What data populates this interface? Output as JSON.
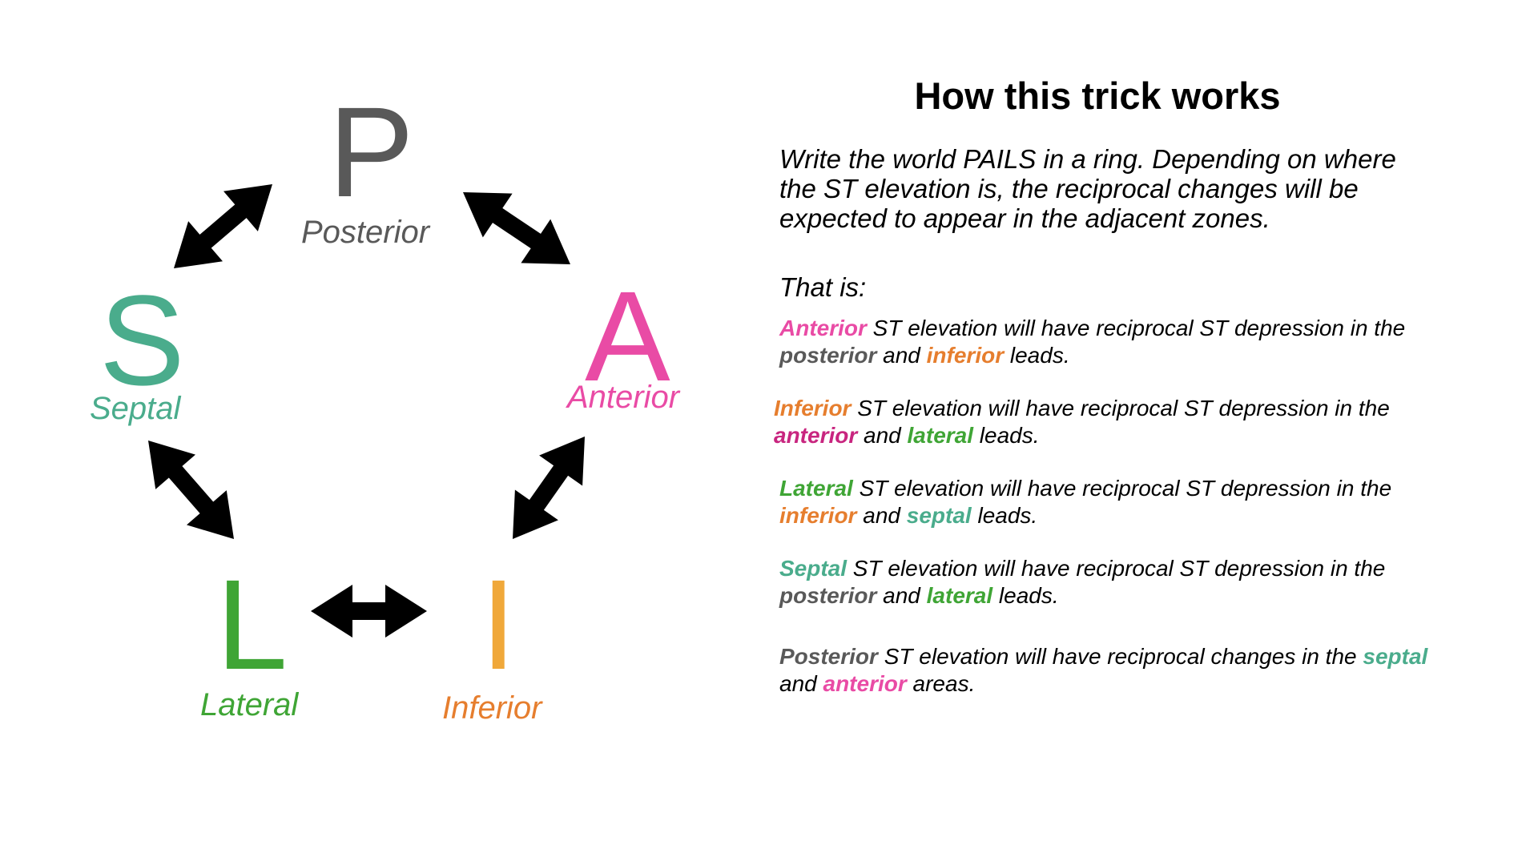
{
  "colors": {
    "posterior": "#595959",
    "anterior": "#e94ba5",
    "septal": "#4aac8c",
    "lateral": "#3fa535",
    "inferior_letter": "#f0a83a",
    "inferior_word": "#e67e2e",
    "anterior_strong": "#c8257f",
    "arrow": "#000000"
  },
  "ring": {
    "P": {
      "letter": "P",
      "word": "Posterior"
    },
    "A": {
      "letter": "A",
      "word": "Anterior"
    },
    "I": {
      "letter": "I",
      "word": "Inferior"
    },
    "L": {
      "letter": "L",
      "word": "Lateral"
    },
    "S": {
      "letter": "S",
      "word": "Septal"
    }
  },
  "panel": {
    "title": "How this trick works",
    "intro": "Write the world PAILS in a ring. Depending on where the ST elevation is, the reciprocal changes will be expected to appear in the adjacent zones.",
    "that_is": "That is:",
    "rules": [
      {
        "lead": "Anterior",
        "mid1": " ST elevation will have reciprocal ST depression in the ",
        "t1": "posterior",
        "mid2": " and ",
        "t2": "inferior",
        "end": " leads."
      },
      {
        "lead": "Inferior",
        "mid1": " ST elevation will have reciprocal ST depression in the ",
        "t1": "anterior",
        "mid2": " and ",
        "t2": "lateral",
        "end": " leads."
      },
      {
        "lead": "Lateral",
        "mid1": " ST elevation will have reciprocal ST depression in the ",
        "t1": "inferior",
        "mid2": " and ",
        "t2": "septal",
        "end": " leads."
      },
      {
        "lead": "Septal",
        "mid1": " ST elevation will have reciprocal ST depression in the ",
        "t1": "posterior",
        "mid2": " and ",
        "t2": "lateral",
        "end": " leads."
      },
      {
        "lead": "Posterior",
        "mid1": " ST elevation will have reciprocal changes in the ",
        "t1": "septal",
        "mid2": " and ",
        "t2": "anterior",
        "end": " areas."
      }
    ]
  }
}
